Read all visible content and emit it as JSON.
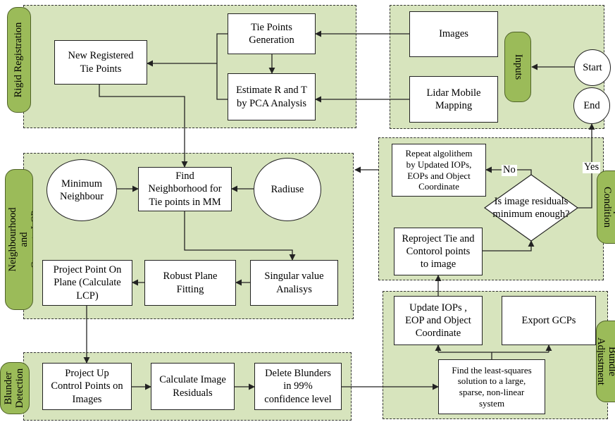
{
  "sections": {
    "rigid": "Rigid Registration",
    "inputs": "Inputs",
    "neigh": "Find Neighbourhood and\nGenerate LCP",
    "stop": "Stop\nCondition",
    "blunder": "Blunder\nDetection",
    "sba": "Sparse Bundle\nAdjustment"
  },
  "nodes": {
    "start": "Start",
    "end": "End",
    "images": "Images",
    "lidar": "Lidar Mobile\nMapping",
    "tie_gen": "Tie Points\nGeneration",
    "estimate": "Estimate R and T\nby PCA Analysis",
    "new_reg": "New Registered\nTie Points",
    "min_neigh": "Minimum\nNeighbour",
    "find_neigh": "Find\nNeighborhood for\nTie points in MM",
    "radiuse": "Radiuse",
    "svd": "Singular value\nAnalisys",
    "robust": "Robust Plane\nFitting",
    "project_lcp": "Project Point On\nPlane (Calculate\nLCP)",
    "project_up": "Project Up\nControl Points on\nImages",
    "calc_res": "Calculate Image\nResiduals",
    "delete_bl": "Delete Blunders\nin 99%\nconfidence level",
    "least_sq": "Find the least-squares\nsolution to a large,\nsparse, non-linear\nsystem",
    "update": "Update IOPs ,\nEOP and Object\nCoordinate",
    "export": "Export GCPs",
    "reproject": "Reproject Tie and\nContorol points\nto image",
    "decision": "Is image residuals\nminimum enough?",
    "repeat": "Repeat algolithem\nby Updated IOPs,\nEOPs and Object\nCoordinate"
  },
  "edge_labels": {
    "no": "No",
    "yes": "Yes"
  }
}
